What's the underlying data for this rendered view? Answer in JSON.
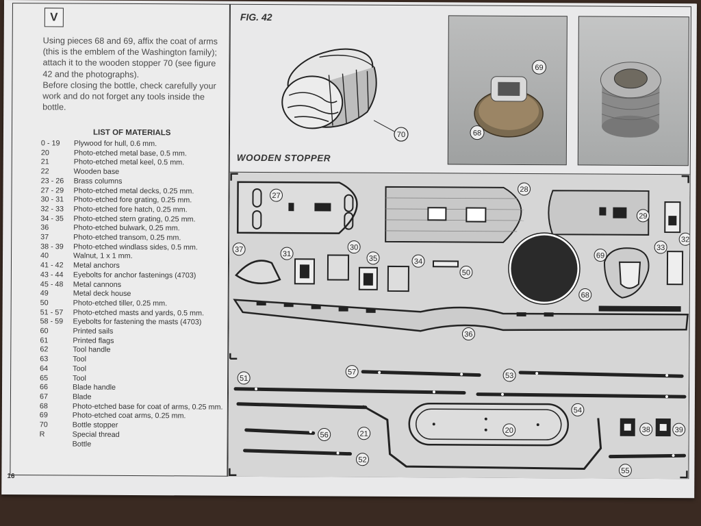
{
  "step_label": "V",
  "instructions": {
    "p1": "Using pieces 68 and 69, affix the coat of arms (this is the emblem of the Washington family); attach it to the wooden stopper 70 (see figure 42 and the photographs).",
    "p2": "Before closing the bottle, check carefully your work and do not forget any tools inside the bottle."
  },
  "materials": {
    "title": "LIST OF MATERIALS",
    "items": [
      {
        "num": "0 - 19",
        "desc": "Plywood for hull, 0.6 mm."
      },
      {
        "num": "20",
        "desc": "Photo-etched metal base, 0.5 mm."
      },
      {
        "num": "21",
        "desc": "Photo-etched metal keel, 0.5 mm."
      },
      {
        "num": "22",
        "desc": "Wooden base"
      },
      {
        "num": "23 - 26",
        "desc": "Brass columns"
      },
      {
        "num": "27 - 29",
        "desc": "Photo-etched metal decks, 0.25 mm."
      },
      {
        "num": "30 - 31",
        "desc": "Photo-etched fore grating, 0.25 mm."
      },
      {
        "num": "32 - 33",
        "desc": "Photo-etched fore hatch, 0.25 mm."
      },
      {
        "num": "34 - 35",
        "desc": "Photo-etched stern grating, 0.25 mm."
      },
      {
        "num": "36",
        "desc": "Photo-etched bulwark, 0.25 mm."
      },
      {
        "num": "37",
        "desc": "Photo-etched transom, 0.25 mm."
      },
      {
        "num": "38 - 39",
        "desc": "Photo-etched windlass sides, 0.5 mm."
      },
      {
        "num": "40",
        "desc": "Walnut, 1 x 1 mm."
      },
      {
        "num": "41 - 42",
        "desc": "Metal anchors"
      },
      {
        "num": "43 - 44",
        "desc": "Eyebolts for anchor fastenings (4703)"
      },
      {
        "num": "45 - 48",
        "desc": "Metal cannons"
      },
      {
        "num": "49",
        "desc": "Metal deck house"
      },
      {
        "num": "50",
        "desc": "Photo-etched tiller, 0.25 mm."
      },
      {
        "num": "51 - 57",
        "desc": "Photo-etched masts and yards, 0.5 mm."
      },
      {
        "num": "58 - 59",
        "desc": "Eyebolts for fastening the masts (4703)"
      },
      {
        "num": "60",
        "desc": "Printed sails"
      },
      {
        "num": "61",
        "desc": "Printed flags"
      },
      {
        "num": "62",
        "desc": "Tool handle"
      },
      {
        "num": "63",
        "desc": "Tool"
      },
      {
        "num": "64",
        "desc": "Tool"
      },
      {
        "num": "65",
        "desc": "Tool"
      },
      {
        "num": "66",
        "desc": "Blade handle"
      },
      {
        "num": "67",
        "desc": "Blade"
      },
      {
        "num": "68",
        "desc": "Photo-etched base for coat of arms, 0.25 mm."
      },
      {
        "num": "69",
        "desc": "Photo-etched coat arms, 0.25 mm."
      },
      {
        "num": "70",
        "desc": "Bottle stopper"
      },
      {
        "num": "R",
        "desc": "Special thread"
      },
      {
        "num": "",
        "desc": "Bottle"
      }
    ]
  },
  "page_number": "16",
  "figure": {
    "title": "FIG. 42",
    "caption": "WOODEN STOPPER",
    "stopper_label": "70",
    "photo1_labels": {
      "top": "69",
      "bottom": "68"
    }
  },
  "sheet_labels": {
    "p27": "27",
    "p28": "28",
    "p29": "29",
    "p37": "37",
    "p31": "31",
    "p30": "30",
    "p35": "35",
    "p34": "34",
    "p50": "50",
    "p68": "68",
    "p69": "69",
    "p33": "33",
    "p32": "32",
    "p36": "36",
    "p51": "51",
    "p57": "57",
    "p53": "53",
    "p54": "54",
    "p56": "56",
    "p21": "21",
    "p20": "20",
    "p38": "38",
    "p39": "39",
    "p52": "52",
    "p55": "55"
  }
}
